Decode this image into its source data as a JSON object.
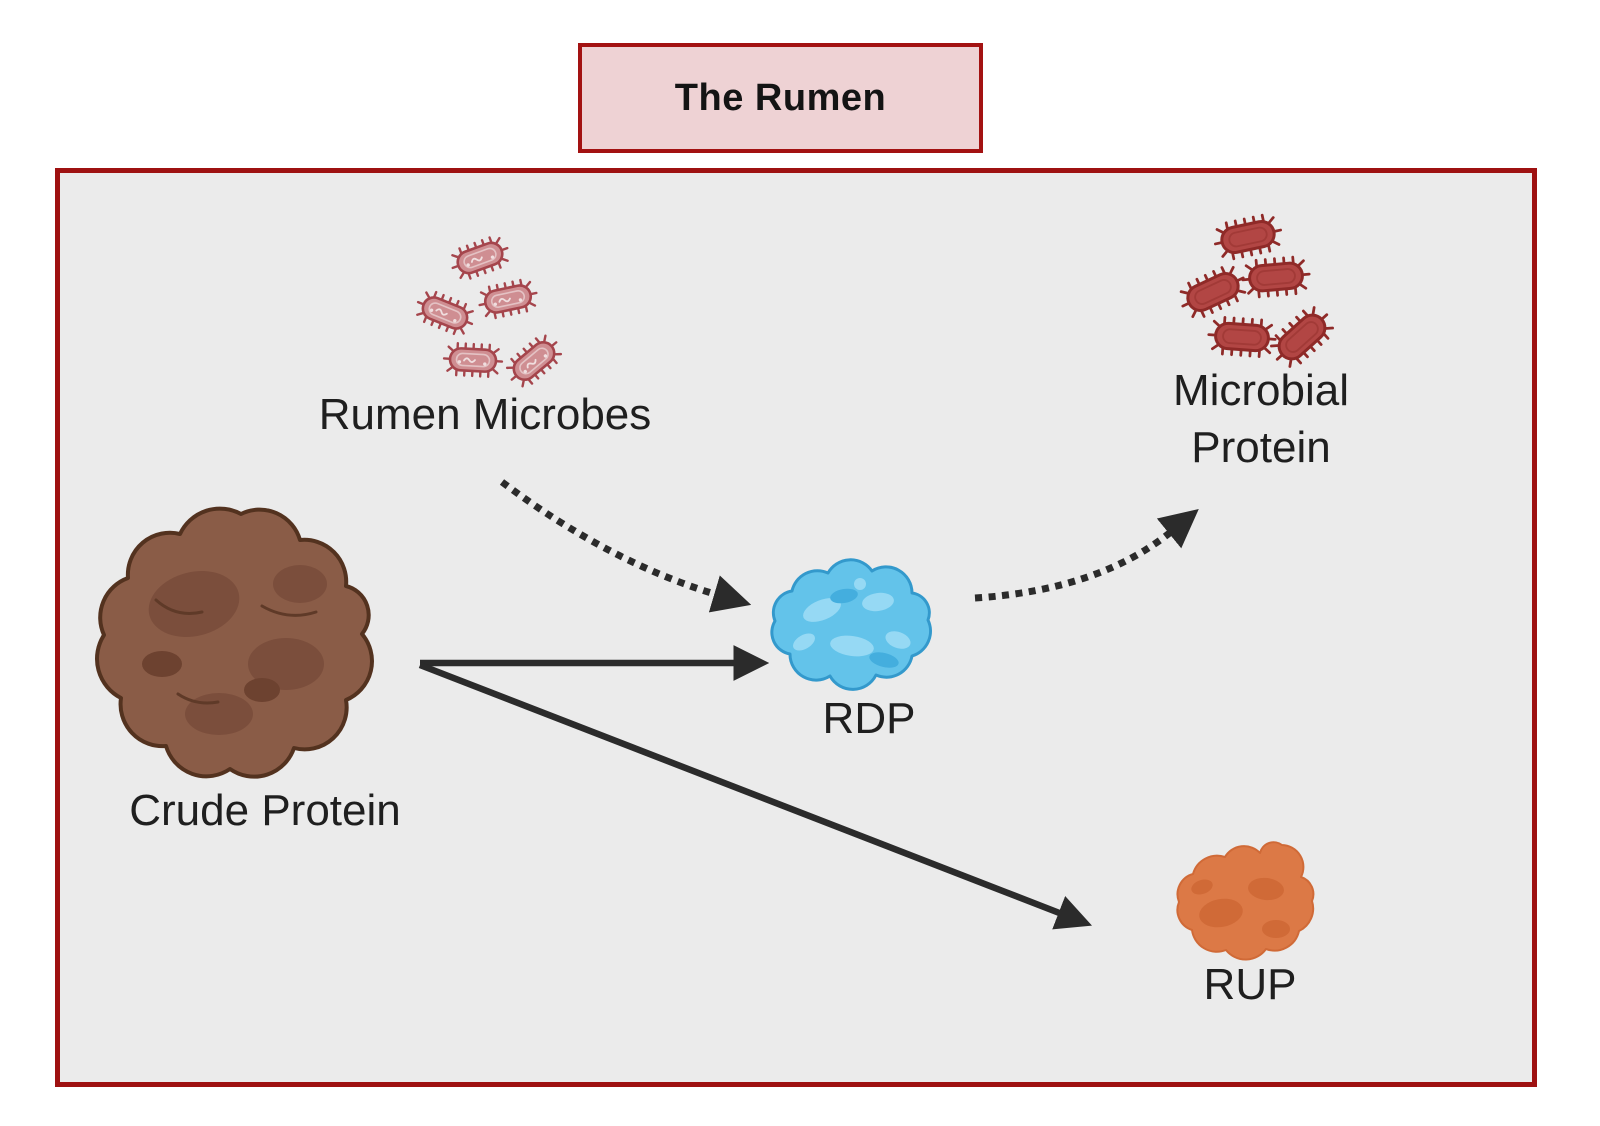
{
  "title": "The Rumen",
  "nodes": [
    {
      "id": "rumen-microbes",
      "label": "Rumen Microbes",
      "icon": "pink-bacteria-cluster"
    },
    {
      "id": "crude-protein",
      "label": "Crude Protein",
      "icon": "brown-protein-blob"
    },
    {
      "id": "rdp",
      "label": "RDP",
      "icon": "blue-protein-blob"
    },
    {
      "id": "microbial-protein",
      "label": "Microbial Protein",
      "icon": "red-bacteria-cluster"
    },
    {
      "id": "rup",
      "label": "RUP",
      "icon": "orange-protein-blob"
    }
  ],
  "edges": [
    {
      "from": "crude-protein",
      "to": "rdp",
      "style": "solid-arrow"
    },
    {
      "from": "crude-protein",
      "to": "rup",
      "style": "solid-arrow"
    },
    {
      "from": "rumen-microbes",
      "to": "rdp",
      "style": "dotted-arrow"
    },
    {
      "from": "rdp",
      "to": "microbial-protein",
      "style": "dotted-arrow"
    }
  ],
  "colors": {
    "page_bg": "#ffffff",
    "rumen_bg": "#ebebeb",
    "frame_border": "#9e1111",
    "title_bg": "#eed2d4",
    "title_border": "#a31212",
    "crude_protein_fill": "#8a5c47",
    "rdp_fill": "#63c3ea",
    "rup_fill": "#dc7946",
    "microbe_light_fill": "#cf8e92",
    "microbe_dark_fill": "#b24644",
    "arrow": "#2b2b2b"
  }
}
